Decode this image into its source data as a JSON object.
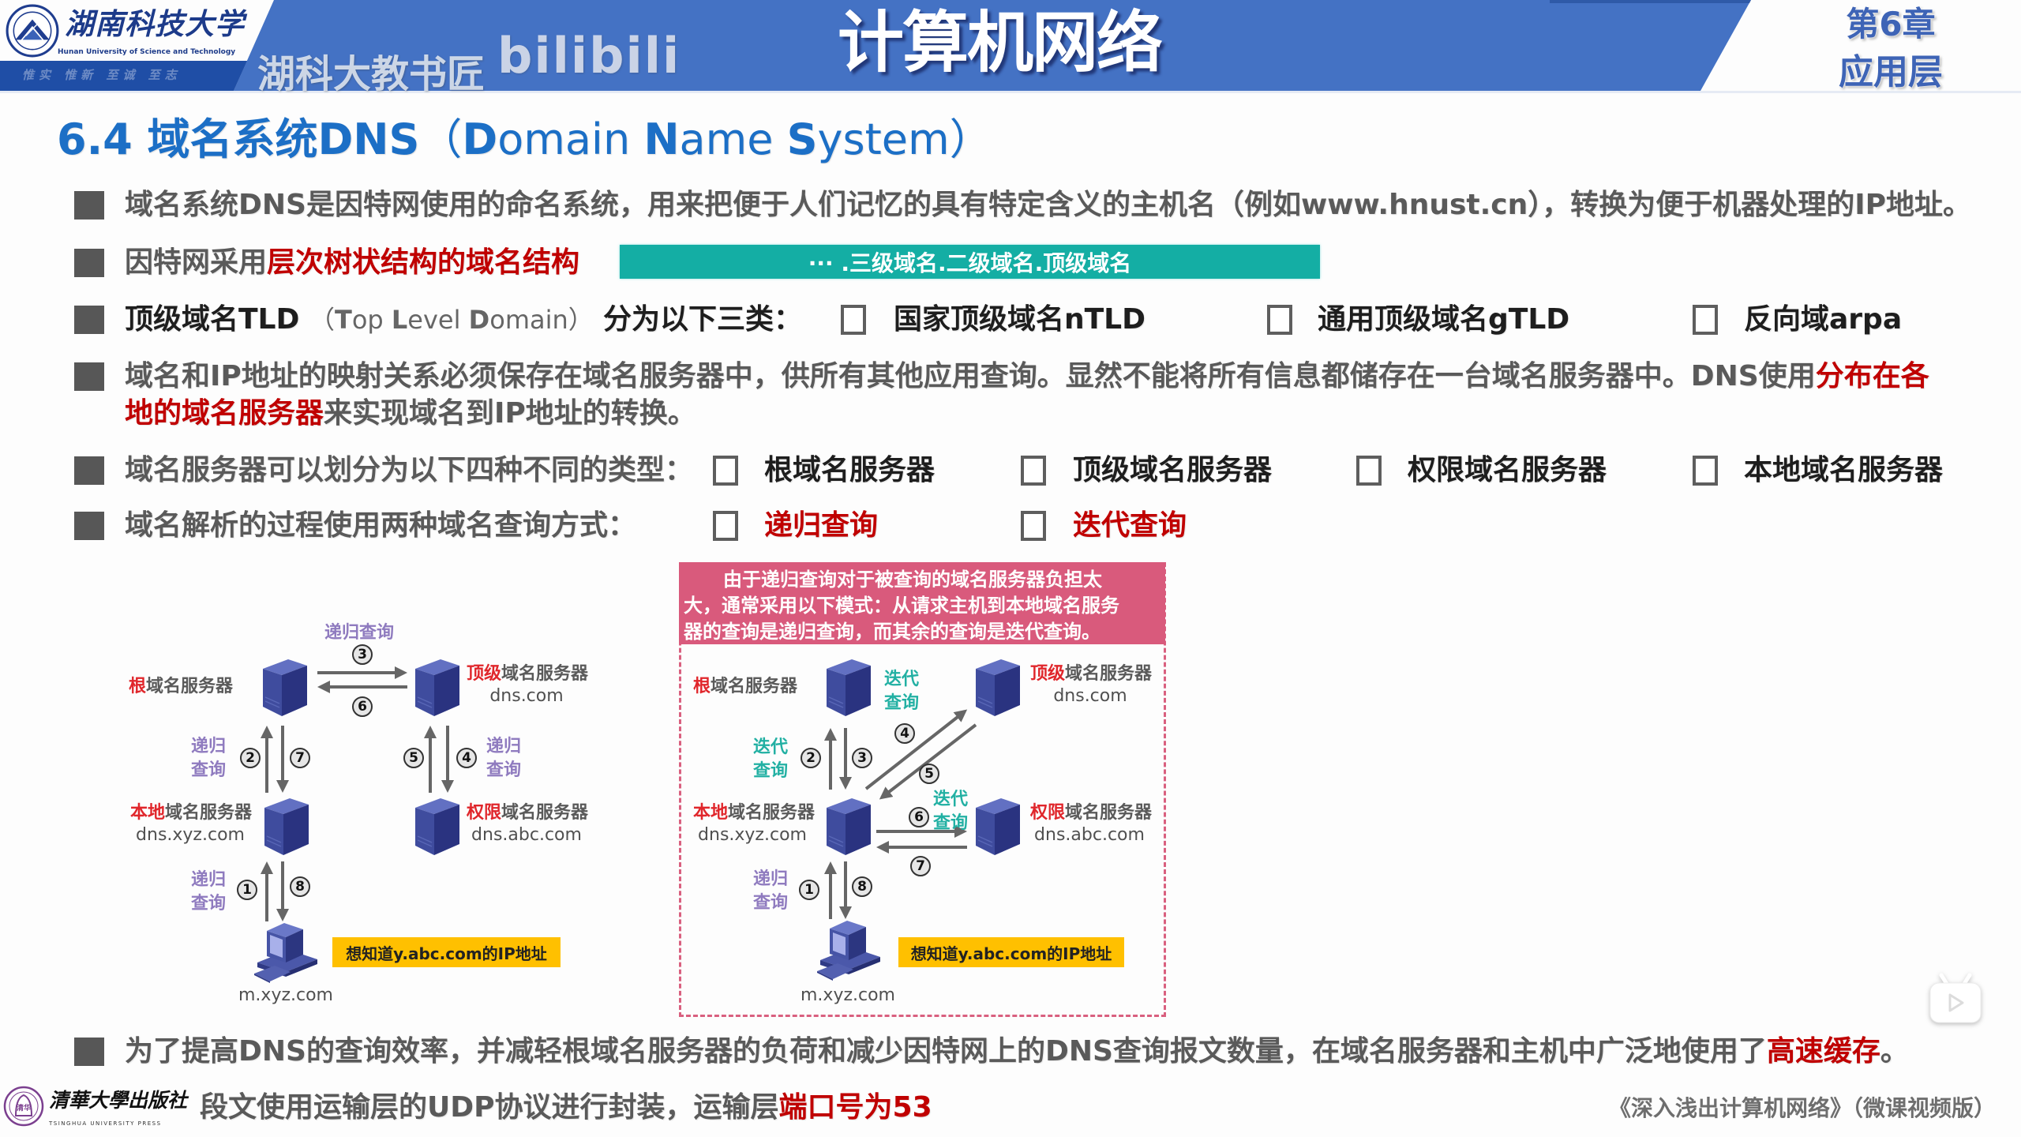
{
  "header": {
    "university_name_cn": "湖南科技大学",
    "university_name_en": "Hunan University of Science and Technology",
    "motto": "惟实 惟新 至诚 至志",
    "watermark_channel": "湖科大教书匠",
    "watermark_site": "bilibili",
    "course_title": "计算机网络",
    "chapter": "第6章",
    "chapter_name": "应用层"
  },
  "section_title": {
    "parts": [
      "6.4 域名系统DNS",
      "（",
      "D",
      "omain ",
      "N",
      "ame ",
      "S",
      "ystem",
      "）"
    ]
  },
  "bullets": {
    "dns_definition": {
      "text": "域名系统DNS是因特网使用的命名系统，用来把便于人们记忆的具有特定含义的主机名（例如www.hnust.cn），转换为便于机器处理的IP地址。"
    },
    "hierarchy": {
      "text": "因特网采用",
      "highlight": "层次树状结构的域名结构",
      "domain_pattern": "··· .三级域名.二级域名.顶级域名"
    },
    "tld": {
      "term": "顶级域名TLD",
      "paren": [
        "（",
        "T",
        "op ",
        "L",
        "evel ",
        "D",
        "omain",
        "）"
      ],
      "suffix": "分为以下三类：",
      "options": [
        {
          "label": "国家顶级域名nTLD",
          "checked": false
        },
        {
          "label": "通用顶级域名gTLD",
          "checked": false
        },
        {
          "label": "反向域arpa",
          "checked": false
        }
      ]
    },
    "mapping": {
      "line1_text": "域名和IP地址的映射关系必须保存在域名服务器中，供所有其他应用查询。显然不能将所有信息都储存在一台域名服务器中。DNS使用",
      "line1_highlight": "分布在各",
      "line2_highlight": "地的域名服务器",
      "line2_text": "来实现域名到IP地址的转换。"
    },
    "server_types": {
      "text": "域名服务器可以划分为以下四种不同的类型：",
      "options": [
        {
          "label": "根域名服务器",
          "checked": false
        },
        {
          "label": "顶级域名服务器",
          "checked": false
        },
        {
          "label": "权限域名服务器",
          "checked": false
        },
        {
          "label": "本地域名服务器",
          "checked": false
        }
      ]
    },
    "query_methods": {
      "text": "域名解析的过程使用两种域名查询方式：",
      "options": [
        {
          "label": "递归查询",
          "checked": false
        },
        {
          "label": "迭代查询",
          "checked": false
        }
      ]
    },
    "caching": {
      "text": "为了提高DNS的查询效率，并减轻根域名服务器的负荷和减少因特网上的DNS查询报文数量，在域名服务器和主机中广泛地使用了",
      "highlight": "高速缓存",
      "end": "。"
    },
    "transport": {
      "text": "段文使用运输层的UDP协议进行封装，运输层",
      "highlight": "端口号为53"
    }
  },
  "diagram_recursive": {
    "top_query_label": "递归查询",
    "side_query_label": "递归\n查询",
    "root": {
      "highlight": "根",
      "rest": "域名服务器"
    },
    "tld": {
      "highlight": "顶级",
      "rest": "域名服务器",
      "host": "dns.com"
    },
    "local": {
      "highlight": "本地",
      "rest": "域名服务器",
      "host": "dns.xyz.com"
    },
    "authoritative": {
      "highlight": "权限",
      "rest": "域名服务器",
      "host": "dns.abc.com"
    },
    "client": {
      "host": "m.xyz.com"
    },
    "callout": "想知道y.abc.com的IP地址",
    "steps": [
      "1",
      "2",
      "3",
      "4",
      "5",
      "6",
      "7",
      "8"
    ]
  },
  "diagram_mixed": {
    "note_lines": [
      "由于递归查询对于被查询的域名服务器负担太",
      "大，通常采用以下模式：从请求主机到本地域名服务",
      "器的查询是递归查询，而其余的查询是迭代查询。"
    ],
    "iterative_label": "迭代\n查询",
    "recursive_label": "递归\n查询",
    "root": {
      "highlight": "根",
      "rest": "域名服务器"
    },
    "tld": {
      "highlight": "顶级",
      "rest": "域名服务器",
      "host": "dns.com"
    },
    "local": {
      "highlight": "本地",
      "rest": "域名服务器",
      "host": "dns.xyz.com"
    },
    "authoritative": {
      "highlight": "权限",
      "rest": "域名服务器",
      "host": "dns.abc.com"
    },
    "client": {
      "host": "m.xyz.com"
    },
    "callout": "想知道y.abc.com的IP地址",
    "steps": [
      "1",
      "2",
      "3",
      "4",
      "5",
      "6",
      "7",
      "8"
    ]
  },
  "footer": {
    "publisher_seal": "清华",
    "publisher_cn": "清華大學出版社",
    "publisher_en": "TSINGHUA UNIVERSITY PRESS",
    "book_title": "《深入浅出计算机网络》（微课视频版）"
  },
  "colors": {
    "banner": "#4472c4",
    "banner_dark": "#1f4ea6",
    "section_title": "#1c6fc6",
    "body_text": "#5a5a5a",
    "highlight_red": "#c00000",
    "domain_bar": "#14aea4",
    "note_bg": "#d95a7c",
    "callout": "#ffc000",
    "recursive_label": "#8f7bbf",
    "iterative_label": "#22b0a3"
  },
  "icons": {
    "university_logo": "hnust-emblem",
    "server": "server-tower",
    "client": "desktop-computer",
    "publisher_logo": "tsinghua-press-seal",
    "player": "bilibili-tv-icon"
  }
}
